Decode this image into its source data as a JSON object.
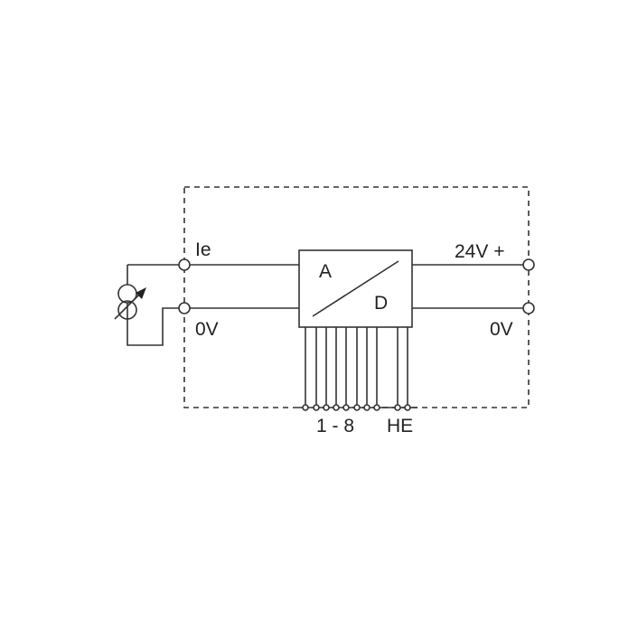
{
  "labels": {
    "ie": "Ie",
    "zero_v_left": "0V",
    "supply": "24V +",
    "zero_v_right": "0V",
    "converter_a": "A",
    "converter_d": "D",
    "channels": "1 - 8",
    "he": "HE"
  },
  "colors": {
    "line": "#333333",
    "background": "#ffffff"
  }
}
